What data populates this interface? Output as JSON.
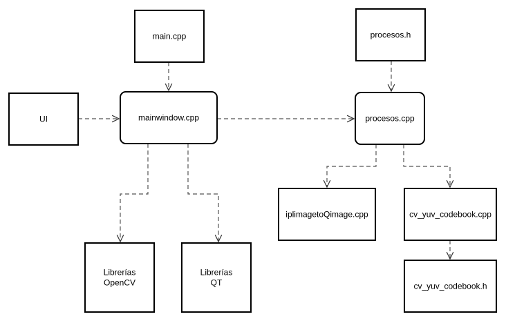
{
  "colors": {
    "stroke": "#000000",
    "edge": "#555555",
    "background": "#ffffff",
    "text": "#000000"
  },
  "nodes": {
    "main_cpp": {
      "lines": [
        "main.cpp"
      ],
      "shape": "rect"
    },
    "procesos_h": {
      "lines": [
        "procesos.h"
      ],
      "shape": "rect"
    },
    "ui": {
      "lines": [
        "UI"
      ],
      "shape": "rect"
    },
    "mainwindow_cpp": {
      "lines": [
        "mainwindow.cpp"
      ],
      "shape": "rounded"
    },
    "procesos_cpp": {
      "lines": [
        "procesos.cpp"
      ],
      "shape": "rounded"
    },
    "iplimage_cpp": {
      "lines": [
        "iplimagetoQimage.cpp"
      ],
      "shape": "rect"
    },
    "codebook_cpp": {
      "lines": [
        "cv_yuv_codebook.cpp"
      ],
      "shape": "rect"
    },
    "codebook_h": {
      "lines": [
        "cv_yuv_codebook.h"
      ],
      "shape": "rect"
    },
    "librerias_opencv": {
      "lines": [
        "Librerías",
        "OpenCV"
      ],
      "shape": "rect"
    },
    "librerias_qt": {
      "lines": [
        "Librerías",
        "QT"
      ],
      "shape": "rect"
    }
  },
  "edges": [
    {
      "from": "main_cpp",
      "to": "mainwindow_cpp",
      "style": "dashed",
      "arrow": "open"
    },
    {
      "from": "ui",
      "to": "mainwindow_cpp",
      "style": "dashed",
      "arrow": "open"
    },
    {
      "from": "mainwindow_cpp",
      "to": "procesos_cpp",
      "style": "dashed",
      "arrow": "open"
    },
    {
      "from": "procesos_h",
      "to": "procesos_cpp",
      "style": "dashed",
      "arrow": "open"
    },
    {
      "from": "mainwindow_cpp",
      "to": "librerias_opencv",
      "style": "dashed",
      "arrow": "open"
    },
    {
      "from": "mainwindow_cpp",
      "to": "librerias_qt",
      "style": "dashed",
      "arrow": "open"
    },
    {
      "from": "procesos_cpp",
      "to": "iplimage_cpp",
      "style": "dashed",
      "arrow": "open"
    },
    {
      "from": "procesos_cpp",
      "to": "codebook_cpp",
      "style": "dashed",
      "arrow": "open"
    },
    {
      "from": "codebook_cpp",
      "to": "codebook_h",
      "style": "dashed",
      "arrow": "open"
    }
  ]
}
